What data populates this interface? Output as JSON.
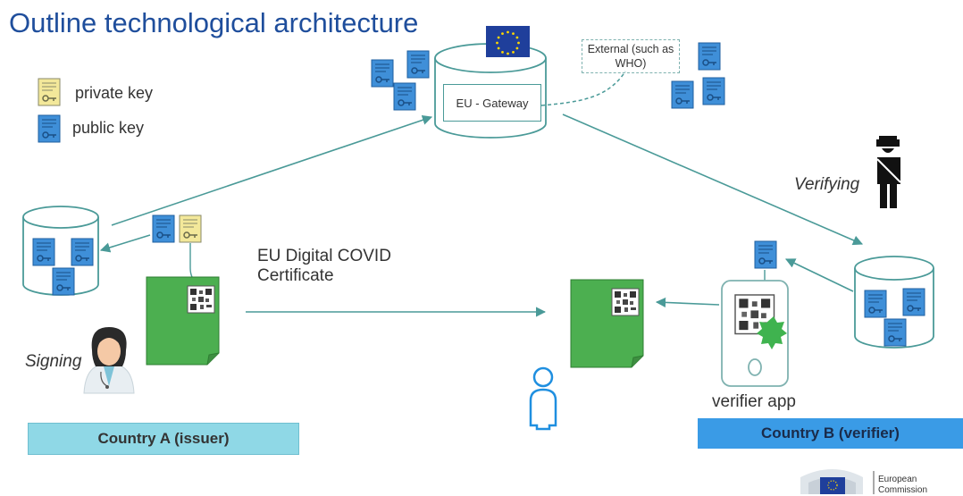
{
  "title": "Outline technological architecture",
  "legend": {
    "private_key": "private key",
    "public_key": "public key"
  },
  "gateway": {
    "label": "EU - Gateway",
    "external": "External (such as WHO)"
  },
  "certificate_label": "EU Digital COVID Certificate",
  "roles": {
    "signing": "Signing",
    "verifying": "Verifying",
    "verifier_app": "verifier app"
  },
  "countries": {
    "a": "Country A (issuer)",
    "b": "Country B (verifier)"
  },
  "branding": {
    "line1": "European",
    "line2": "Commission"
  },
  "colors": {
    "title": "#1f4e9c",
    "teal": "#4a9a98",
    "public_key": "#3f8fd8",
    "private_key": "#f3e89a",
    "certificate": "#4caf50",
    "country_a": "#8fd8e6",
    "country_b": "#3a9be6",
    "eu_blue": "#1f3f9b"
  }
}
